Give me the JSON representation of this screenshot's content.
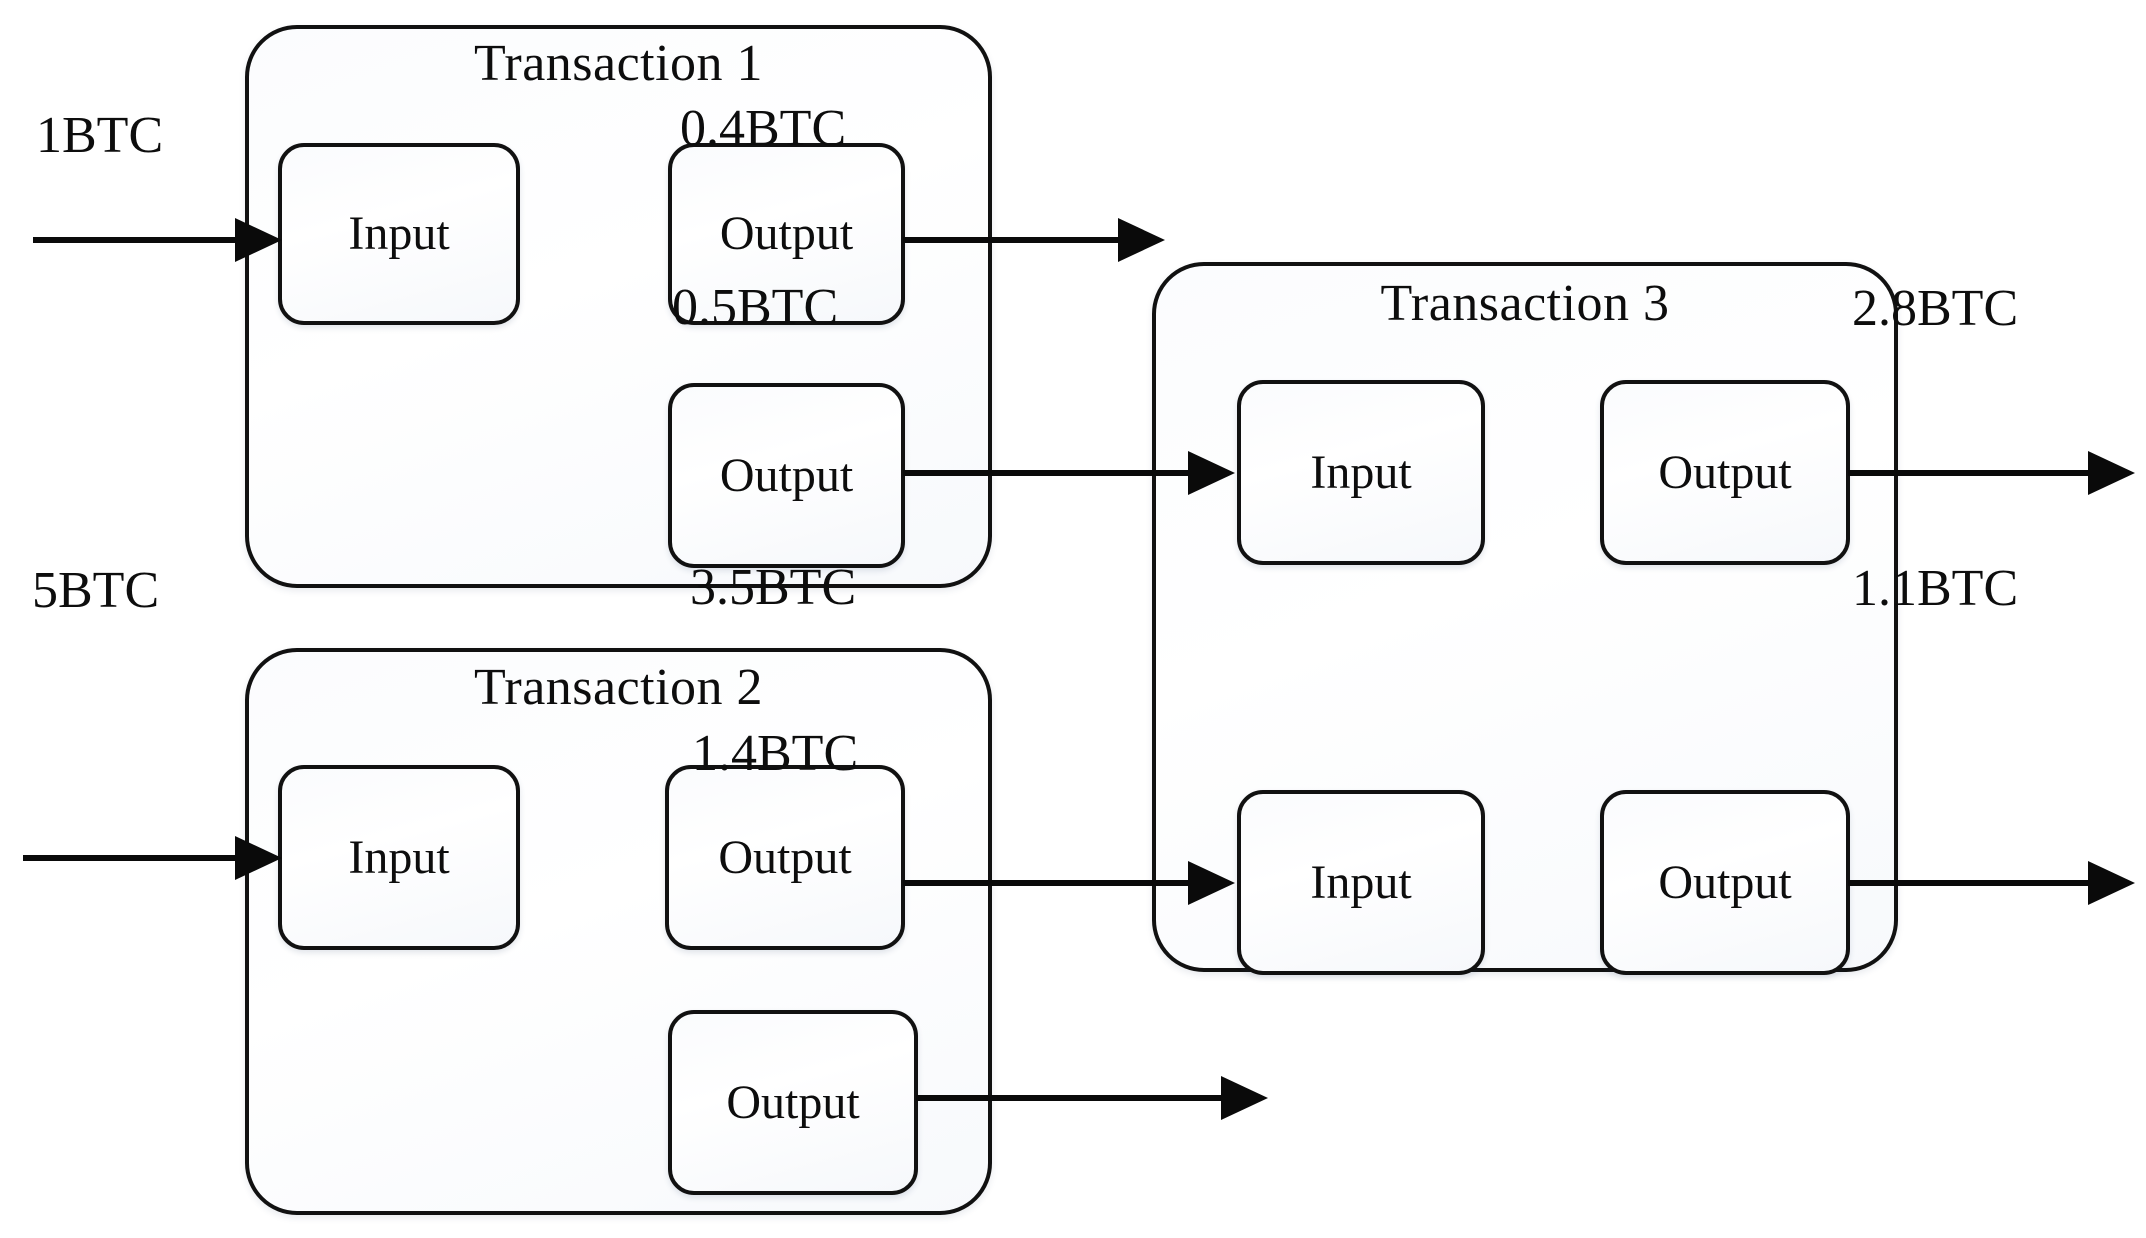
{
  "diagram": {
    "title": "Bitcoin transaction input/output flow",
    "colors": {
      "stroke": "#111111",
      "background": "#ffffff",
      "text": "#0d0d0d"
    },
    "transactions": [
      {
        "id": "transaction-1",
        "title": "Transaction 1",
        "inputs": [
          {
            "label": "Input",
            "amount": "1BTC"
          }
        ],
        "outputs": [
          {
            "label": "Output",
            "amount": "0.4BTC"
          },
          {
            "label": "Output",
            "amount": "0.5BTC"
          }
        ]
      },
      {
        "id": "transaction-2",
        "title": "Transaction 2",
        "inputs": [
          {
            "label": "Input",
            "amount": "5BTC"
          }
        ],
        "outputs": [
          {
            "label": "Output",
            "amount": "3.5BTC"
          },
          {
            "label": "Output",
            "amount": "1.4BTC"
          }
        ]
      },
      {
        "id": "transaction-3",
        "title": "Transaction 3",
        "inputs": [
          {
            "label": "Input",
            "amount": "0.5BTC"
          },
          {
            "label": "Input",
            "amount": "3.5BTC"
          }
        ],
        "outputs": [
          {
            "label": "Output",
            "amount": "2.8BTC"
          },
          {
            "label": "Output",
            "amount": "1.1BTC"
          }
        ]
      }
    ],
    "amount_labels": {
      "tx1_in": "1BTC",
      "tx1_out1": "0.4BTC",
      "tx1_out2": "0.5BTC",
      "tx2_in": "5BTC",
      "tx2_out1": "3.5BTC",
      "tx2_out2": "1.4BTC",
      "tx3_out1": "2.8BTC",
      "tx3_out2": "1.1BTC"
    },
    "box_labels": {
      "input": "Input",
      "output": "Output"
    }
  }
}
